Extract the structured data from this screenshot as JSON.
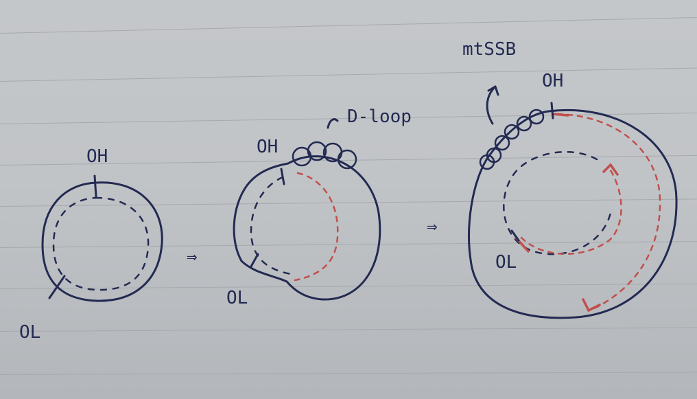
{
  "diagram": {
    "panel1": {
      "origin_heavy_label": "OH",
      "origin_light_label": "OL"
    },
    "panel2": {
      "origin_heavy_label": "OH",
      "origin_light_label": "OL",
      "dloop_label": "D-loop"
    },
    "panel3": {
      "origin_heavy_label": "OH",
      "origin_light_label": "OL",
      "protein_label": "mtSSB"
    },
    "arrow_1": "⇒",
    "arrow_2": "⇒"
  },
  "colors": {
    "ink": "#232a52",
    "new_strand": "#c0504d",
    "paper": "#c2c5c8"
  }
}
